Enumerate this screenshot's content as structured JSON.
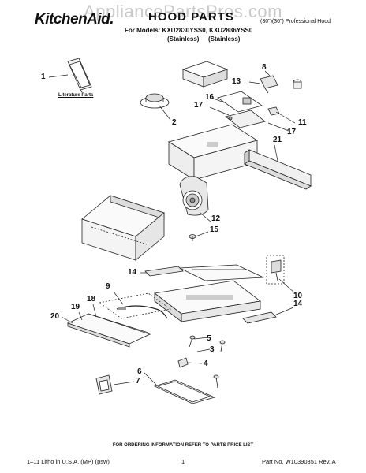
{
  "watermark": "AppliancePartsPros.com",
  "brand": "KitchenAid.",
  "title": "HOOD PARTS",
  "subtitle": "(30\")(36\") Professional Hood",
  "models": "For Models: KXU2830YSS0, KXU2836YSS0",
  "finish": [
    "(Stainless)",
    "(Stainless)"
  ],
  "literature_label": "Literature Parts",
  "callouts": [
    {
      "id": "1",
      "label": "1"
    },
    {
      "id": "2",
      "label": "2"
    },
    {
      "id": "3",
      "label": "3"
    },
    {
      "id": "4",
      "label": "4"
    },
    {
      "id": "5",
      "label": "5"
    },
    {
      "id": "6",
      "label": "6"
    },
    {
      "id": "7",
      "label": "7"
    },
    {
      "id": "8",
      "label": "8"
    },
    {
      "id": "9",
      "label": "9"
    },
    {
      "id": "10",
      "label": "10"
    },
    {
      "id": "11",
      "label": "11"
    },
    {
      "id": "12",
      "label": "12"
    },
    {
      "id": "13",
      "label": "13"
    },
    {
      "id": "14a",
      "label": "14"
    },
    {
      "id": "14b",
      "label": "14"
    },
    {
      "id": "15",
      "label": "15"
    },
    {
      "id": "16",
      "label": "16"
    },
    {
      "id": "17a",
      "label": "17"
    },
    {
      "id": "17b",
      "label": "17"
    },
    {
      "id": "18",
      "label": "18"
    },
    {
      "id": "19",
      "label": "19"
    },
    {
      "id": "20",
      "label": "20"
    },
    {
      "id": "21",
      "label": "21"
    }
  ],
  "footer_note": "FOR ORDERING INFORMATION REFER TO PARTS PRICE LIST",
  "footer_left": "1–11 Litho in U.S.A. (MP) (psw)",
  "footer_page": "1",
  "footer_right": "Part No. W10390351 Rev. A"
}
